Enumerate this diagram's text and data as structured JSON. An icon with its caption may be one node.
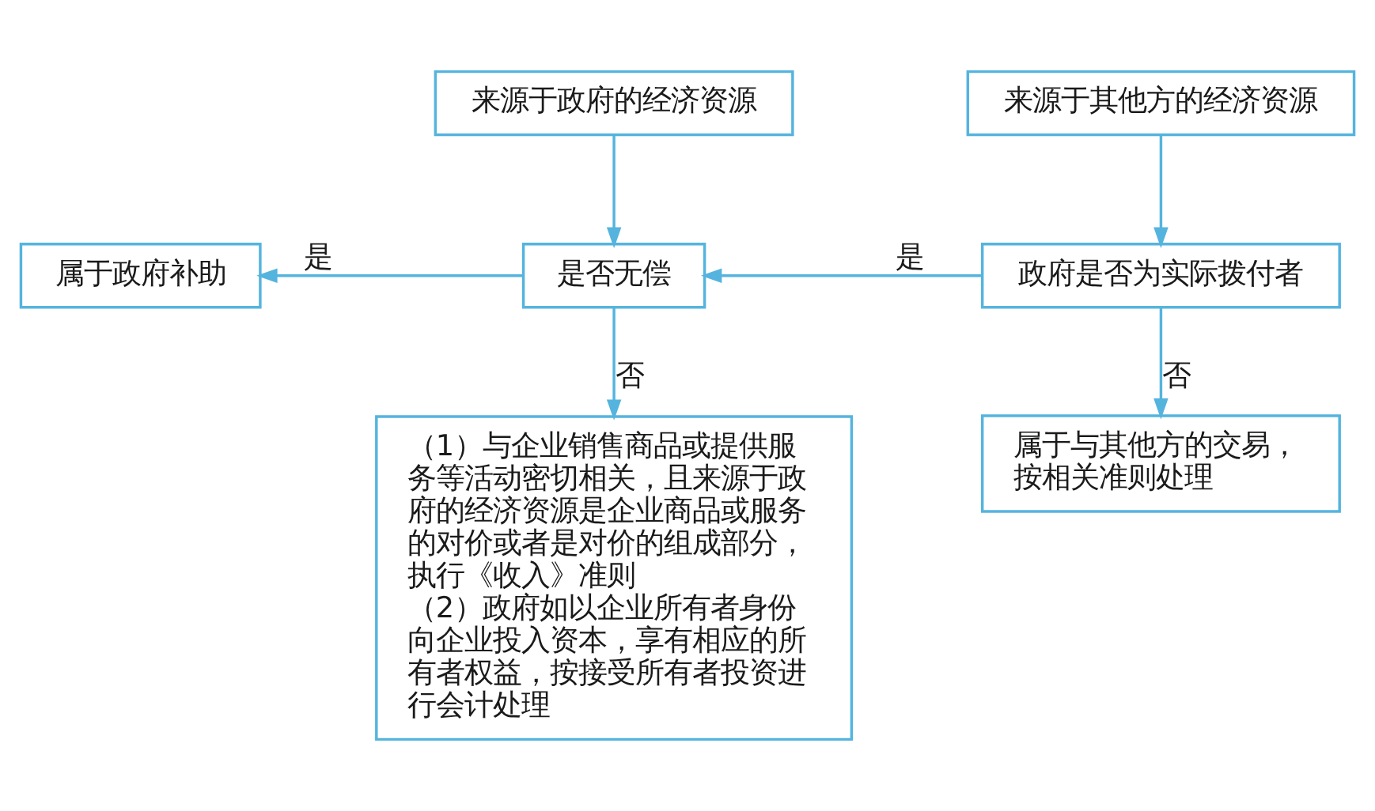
{
  "diagram": {
    "nodes": [
      {
        "text": [
          "来源于政府的经济资源"
        ]
      },
      {
        "text": [
          "来源于其他方的经济资源"
        ]
      },
      {
        "text": [
          "属于政府补助"
        ]
      },
      {
        "text": [
          "是否无偿"
        ]
      },
      {
        "text": [
          "政府是否为实际拨付者"
        ]
      },
      {
        "text": [
          "（1）与企业销售商品或提供服务等活动密切相关，且来源于政府的经济资源是企业商品或服务的对价或者是对价的组成部分，执行《收入》准则",
          "（2）政府如以企业所有者身份向企业投入资本，享有相应的所有者权益，按接受所有者投资进行会计处理"
        ]
      },
      {
        "text": [
          "属于与其他方的交易，按相关准则处理"
        ]
      }
    ],
    "edges": [
      {
        "from": 0,
        "to": 3,
        "arrow": "to"
      },
      {
        "from": 1,
        "to": 4,
        "arrow": "to"
      },
      {
        "from": 3,
        "to": 2,
        "arrow": "to",
        "label": "是"
      },
      {
        "from": 4,
        "to": 3,
        "arrow": "to",
        "label": "是"
      },
      {
        "from": 3,
        "to": 5,
        "arrow": "to",
        "label": "否"
      },
      {
        "from": 4,
        "to": 6,
        "arrow": "to",
        "label": "否"
      }
    ]
  }
}
